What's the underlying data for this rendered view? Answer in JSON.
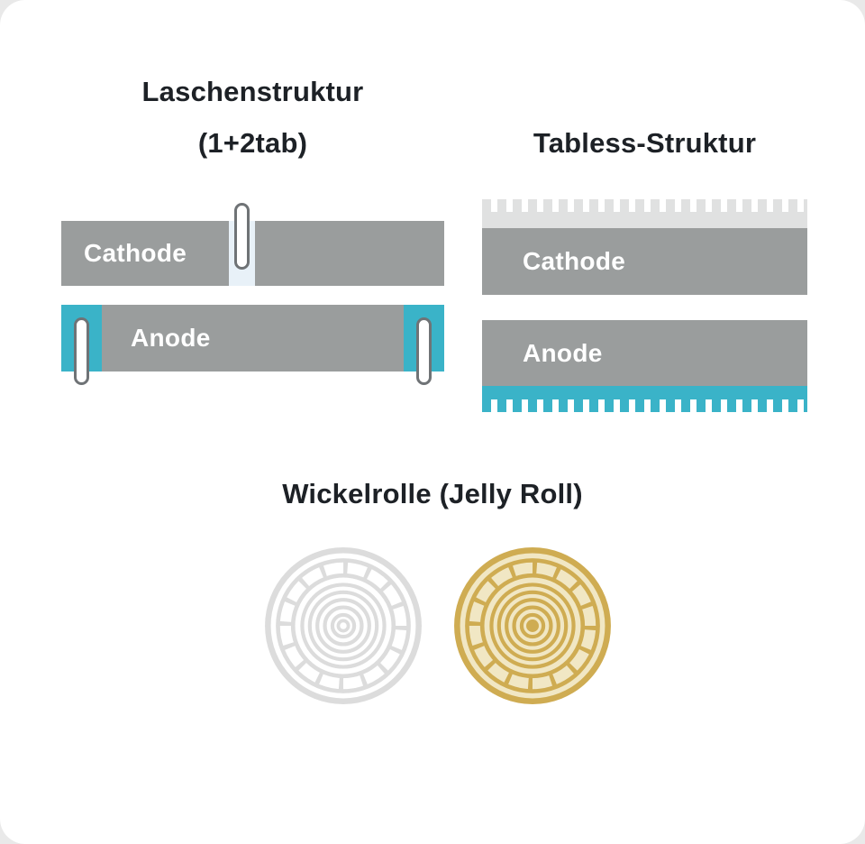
{
  "tab_panel": {
    "title_line1": "Laschenstruktur",
    "title_line2": "(1+2tab)",
    "cathode_label": "Cathode",
    "anode_label": "Anode"
  },
  "tabless_panel": {
    "title": "Tabless-Struktur",
    "cathode_label": "Cathode",
    "anode_label": "Anode"
  },
  "jelly_roll_panel": {
    "title": "Wickelrolle (Jelly Roll)",
    "icons": [
      "jelly-roll-gray-icon",
      "jelly-roll-gold-icon"
    ]
  },
  "colors": {
    "card_bg": "#FFFFFF",
    "heading_text": "#1D2126",
    "label_text": "#FFFFFF",
    "electrode_gray": "#9A9D9D",
    "tab_teal": "#3AB3C8",
    "tab_pill_fill": "#FFFFFF",
    "tab_pill_border": "#6F7376",
    "cathode_slot_bg": "#E8F1F8",
    "cathode_teeth_gray": "#E0E1E1",
    "jelly_gray": "#DCDCDC",
    "jelly_gold": "#CFAC52",
    "jelly_gold_fill": "#F1E7C4"
  }
}
